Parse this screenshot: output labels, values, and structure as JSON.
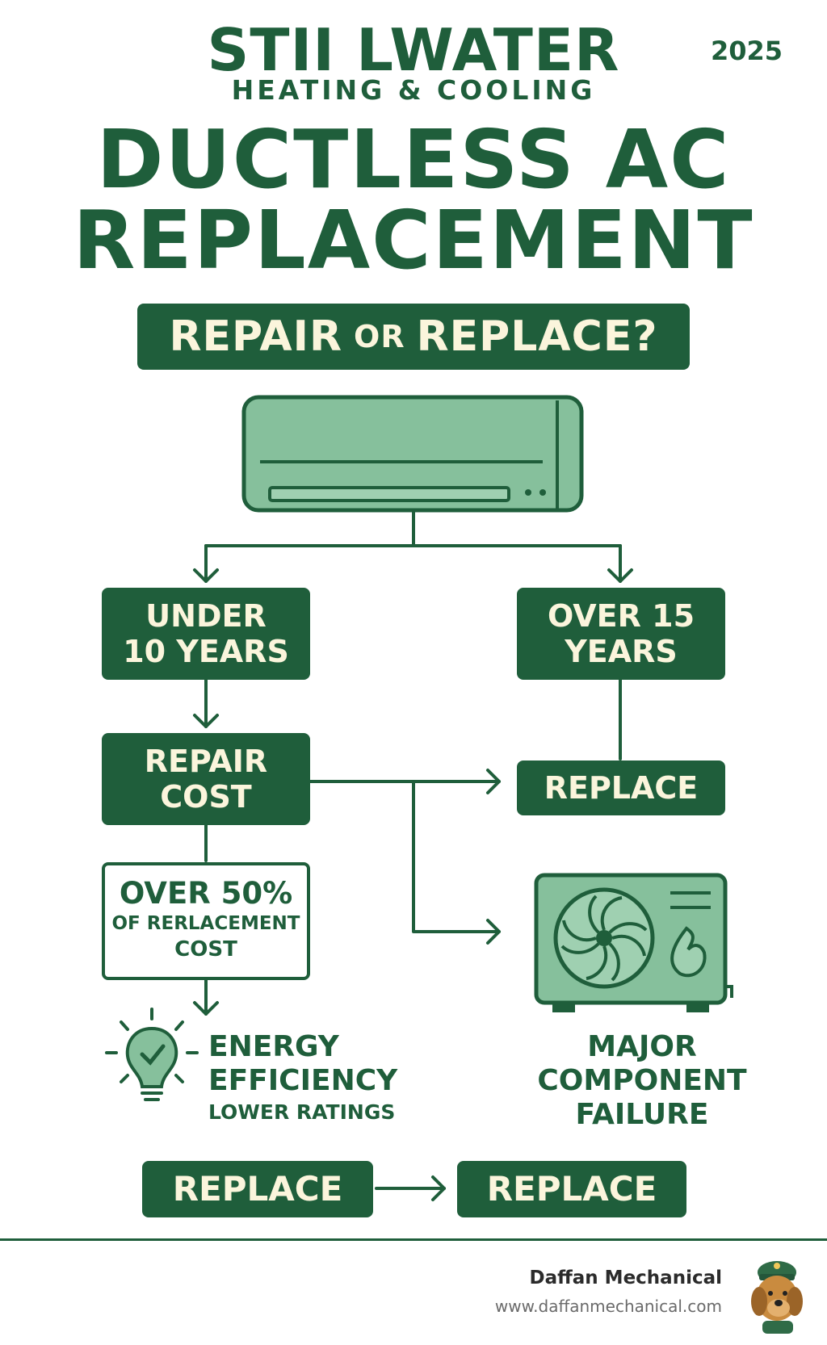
{
  "header": {
    "brand_name": "STII LWATER",
    "brand_sub": "HEATING & COOLING",
    "year": "2025"
  },
  "title": {
    "line1": "DUCTLESS AC",
    "line2": "REPLACEMENT"
  },
  "banner": {
    "part1": "REPAIR",
    "part2": "OR",
    "part3": "REPLACE?"
  },
  "flow": {
    "under_line1": "UNDER",
    "under_line2": "10 YEARS",
    "over_line1": "OVER 15",
    "over_line2": "YEARS",
    "repair_line1": "REPAIR",
    "repair_line2": "COST",
    "replace_top": "REPLACE",
    "over50_line1": "OVER 50%",
    "over50_line2": "OF RERLACEMENT",
    "over50_line3": "COST",
    "energy_line1": "ENERGY",
    "energy_line2": "EFFICIENCY",
    "energy_line3": "LOWER RATINGS",
    "major_line1": "MAJOR",
    "major_line2": "COMPONENT",
    "major_line3": "FAILURE",
    "replace_bottom_left": "REPLACE",
    "replace_bottom_right": "REPLACE"
  },
  "footer": {
    "company": "Daffan Mechanical",
    "url": "www.daffanmechanical.com"
  },
  "colors": {
    "primary": "#1f5e3b",
    "light_green": "#86c09c",
    "cream": "#fbf5dc"
  }
}
